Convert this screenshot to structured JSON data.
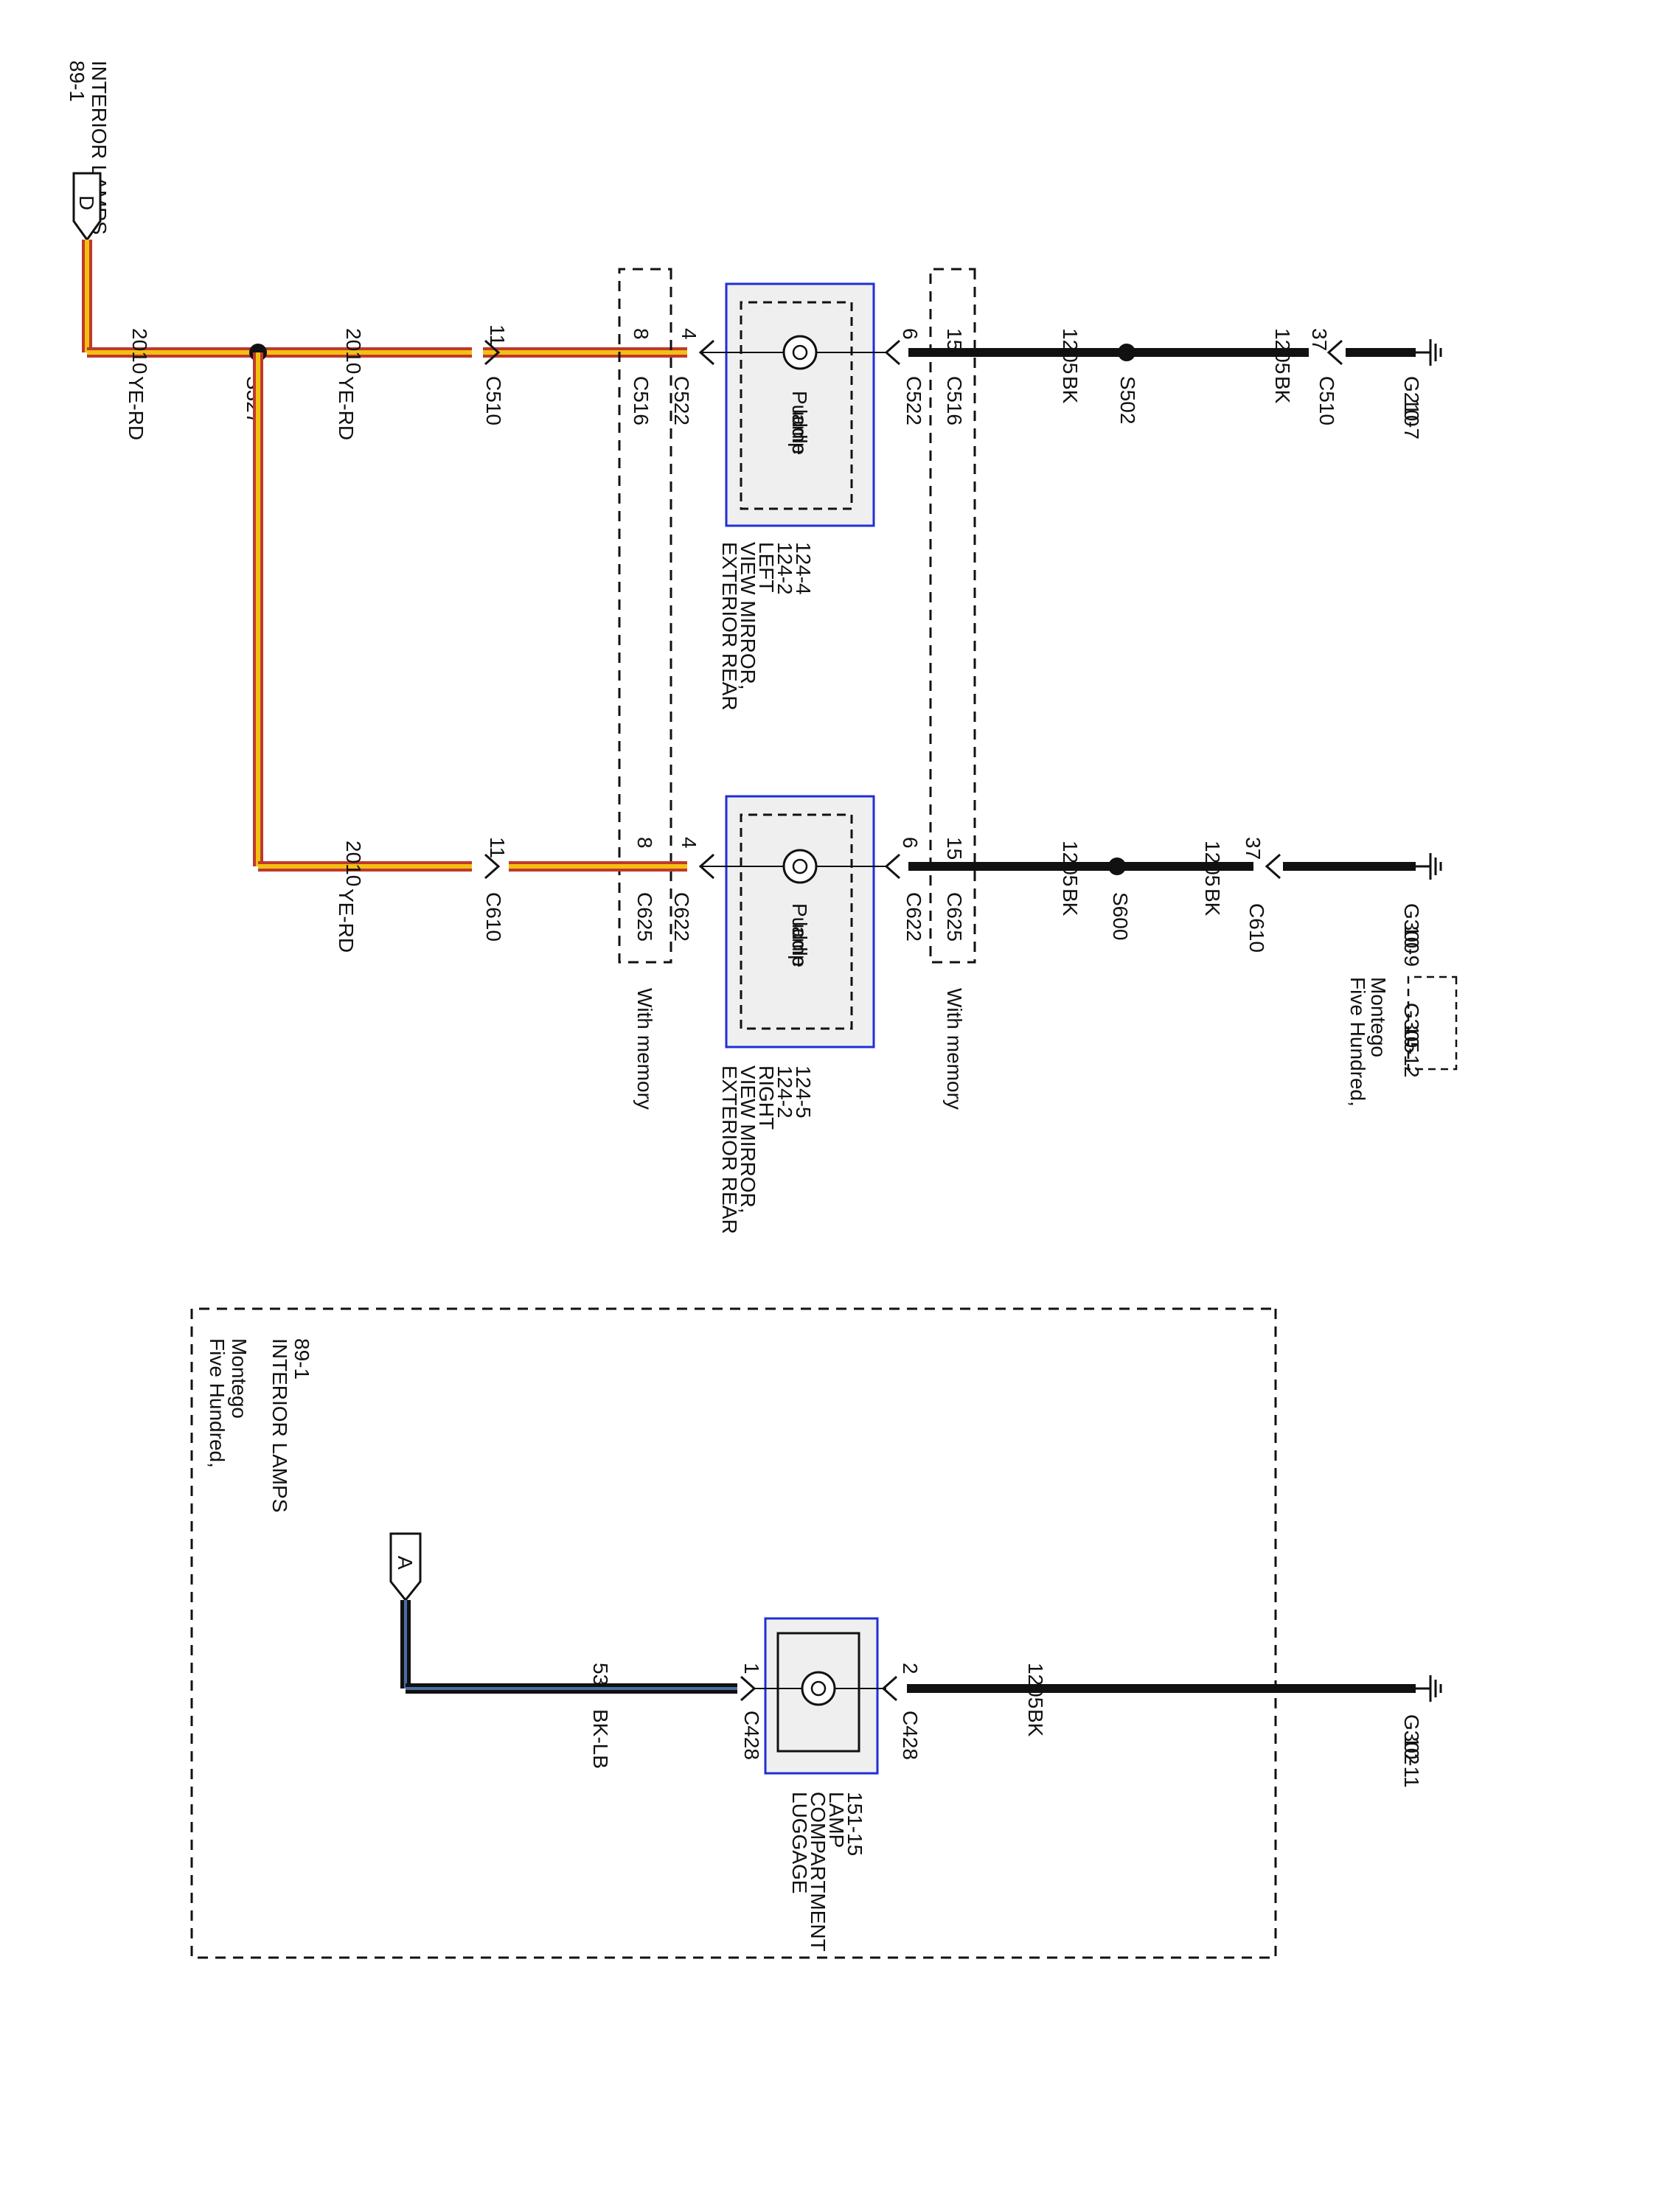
{
  "colors": {
    "ye_rd_yellow": "#f3c012",
    "ye_rd_red": "#c0392b",
    "bk": "#111111",
    "bk_lb_blue": "#4a6fa5",
    "component_border": "#1f2fd6",
    "component_fill": "#efefef"
  },
  "icons": [
    "ground-icon",
    "splice-dot-icon",
    "connector-arrow-icon",
    "lamp-icon",
    "harness-connector-icon"
  ],
  "header": {
    "interior_lamps_title": "INTERIOR LAMPS",
    "interior_lamps_page": "89-1",
    "connector_letter": "D"
  },
  "circuit_left": {
    "ground_id": "G210",
    "ground_page": "10-7",
    "c510_pin": "37",
    "c510": "C510",
    "wire1_num": "1205",
    "wire1_color": "BK",
    "splice": "S502",
    "wire2_num": "1205",
    "wire2_color": "BK",
    "c516_pin_a": "15",
    "c516_a": "C516",
    "c522_pin_a": "6",
    "c522_a": "C522",
    "lamp_label_1": "Puddle",
    "lamp_label_2": "lamp",
    "c522_pin_b": "4",
    "c522_b": "C522",
    "c516_pin_b": "8",
    "c516_b": "C516",
    "c510_pin_b": "11",
    "c510_b": "C510",
    "wire3_num": "2010",
    "wire3_color": "YE-RD",
    "splice2": "S327",
    "wire4_num": "2010",
    "wire4_color": "YE-RD",
    "mirror_line1": "EXTERIOR REAR",
    "mirror_line2": "VIEW MIRROR,",
    "mirror_line3": "LEFT",
    "mirror_line4": "124-2",
    "mirror_line5": "124-4"
  },
  "circuit_right": {
    "ground_id": "G300",
    "ground_page": "10-9",
    "alt_note1": "Five Hundred,",
    "alt_note2": "Montego",
    "alt_ground_id": "G305",
    "alt_ground_page": "10-12",
    "c610_pin": "37",
    "c610": "C610",
    "wire1_num": "1205",
    "wire1_color": "BK",
    "splice": "S600",
    "wire2_num": "1205",
    "wire2_color": "BK",
    "c625_pin_a": "15",
    "c625_a": "C625",
    "c622_pin_a": "6",
    "c622_a": "C622",
    "lamp_label_1": "Puddle",
    "lamp_label_2": "lamp",
    "c622_pin_b": "4",
    "c622_b": "C622",
    "c625_pin_b": "8",
    "c625_b": "C625",
    "c610_pin_b": "11",
    "c610_b": "C610",
    "wire3_num": "2010",
    "wire3_color": "YE-RD",
    "with_memory_a": "With memory",
    "with_memory_b": "With memory",
    "mirror_line1": "EXTERIOR REAR",
    "mirror_line2": "VIEW MIRROR,",
    "mirror_line3": "RIGHT",
    "mirror_line4": "124-2",
    "mirror_line5": "124-5"
  },
  "luggage": {
    "note1": "Five Hundred,",
    "note2": "Montego",
    "interior_title": "INTERIOR LAMPS",
    "interior_page": "89-1",
    "connector_letter": "A",
    "ground_id": "G302",
    "ground_page": "10-11",
    "wire1_num": "1205",
    "wire1_color": "BK",
    "c428_pin_a": "2",
    "c428_a": "C428",
    "c428_pin_b": "1",
    "c428_b": "C428",
    "wire2_num": "53",
    "wire2_color": "BK-LB",
    "lamp_line1": "LUGGAGE",
    "lamp_line2": "COMPARTMENT",
    "lamp_line3": "LAMP",
    "lamp_line4": "151-15"
  }
}
